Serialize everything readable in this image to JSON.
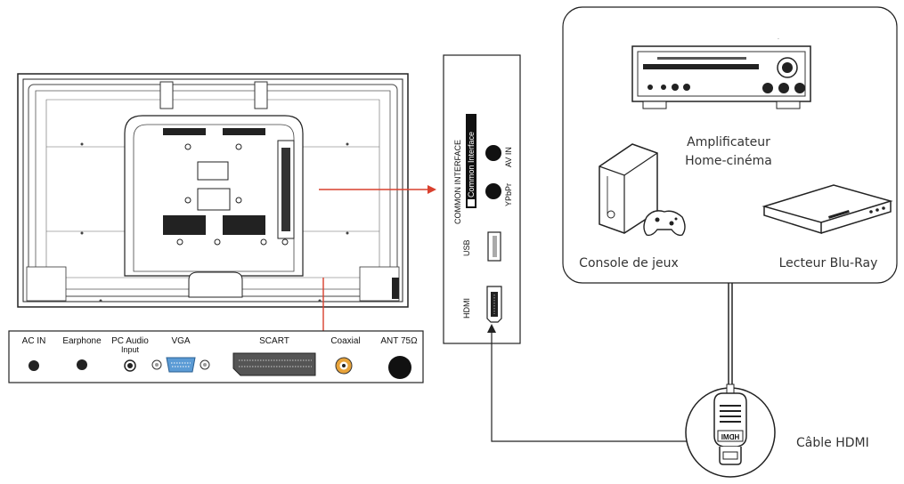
{
  "panel_ports": [
    {
      "label": "AC IN"
    },
    {
      "label": "Earphone"
    },
    {
      "label": "PC Audio",
      "label2": "Input"
    },
    {
      "label": "VGA"
    },
    {
      "label": "SCART"
    },
    {
      "label": "Coaxial"
    },
    {
      "label": "ANT 75Ω"
    }
  ],
  "side_panel": {
    "common_interface": "COMMON INTERFACE",
    "common_interface_sub": "Common Interface",
    "av_in": "AV IN",
    "ypbpr": "YPbPr",
    "usb": "USB",
    "hdmi": "HDMI"
  },
  "devices": {
    "amplifier_line1": "Amplificateur",
    "amplifier_line2": "Home-cinéma",
    "console": "Console de jeux",
    "bluray": "Lecteur Blu-Ray"
  },
  "cable": {
    "label": "Câble HDMI",
    "plug_text": "HDMI"
  },
  "colors": {
    "arrow": "#d9402e",
    "vga_blue": "#5b9bd5",
    "coaxial_orange": "#e8a33a",
    "line": "#222222"
  }
}
